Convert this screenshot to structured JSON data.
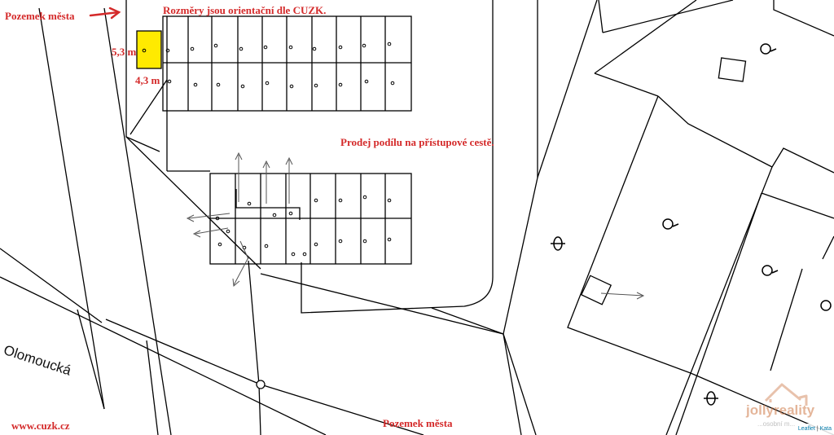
{
  "annotations": {
    "top_left": "Pozemek města",
    "dims_note": "Rozměry jsou orientační dle CUZK.",
    "height_dim": "5,3 m",
    "width_dim": "4,3 m",
    "sale_note": "Prodej podílu na přístupové cestě.",
    "url": "www.cuzk.cz",
    "bottom": "Pozemek města"
  },
  "street_name": "Olomoucká",
  "watermark": {
    "brand": "jollyreality",
    "sub": "...osobní m..."
  },
  "attribution": {
    "leaflet": "Leaflet",
    "separator": " | ",
    "source": "Kata"
  },
  "colors": {
    "highlight": "#ffea00",
    "annotation": "#d42a2a",
    "line": "#000000"
  }
}
